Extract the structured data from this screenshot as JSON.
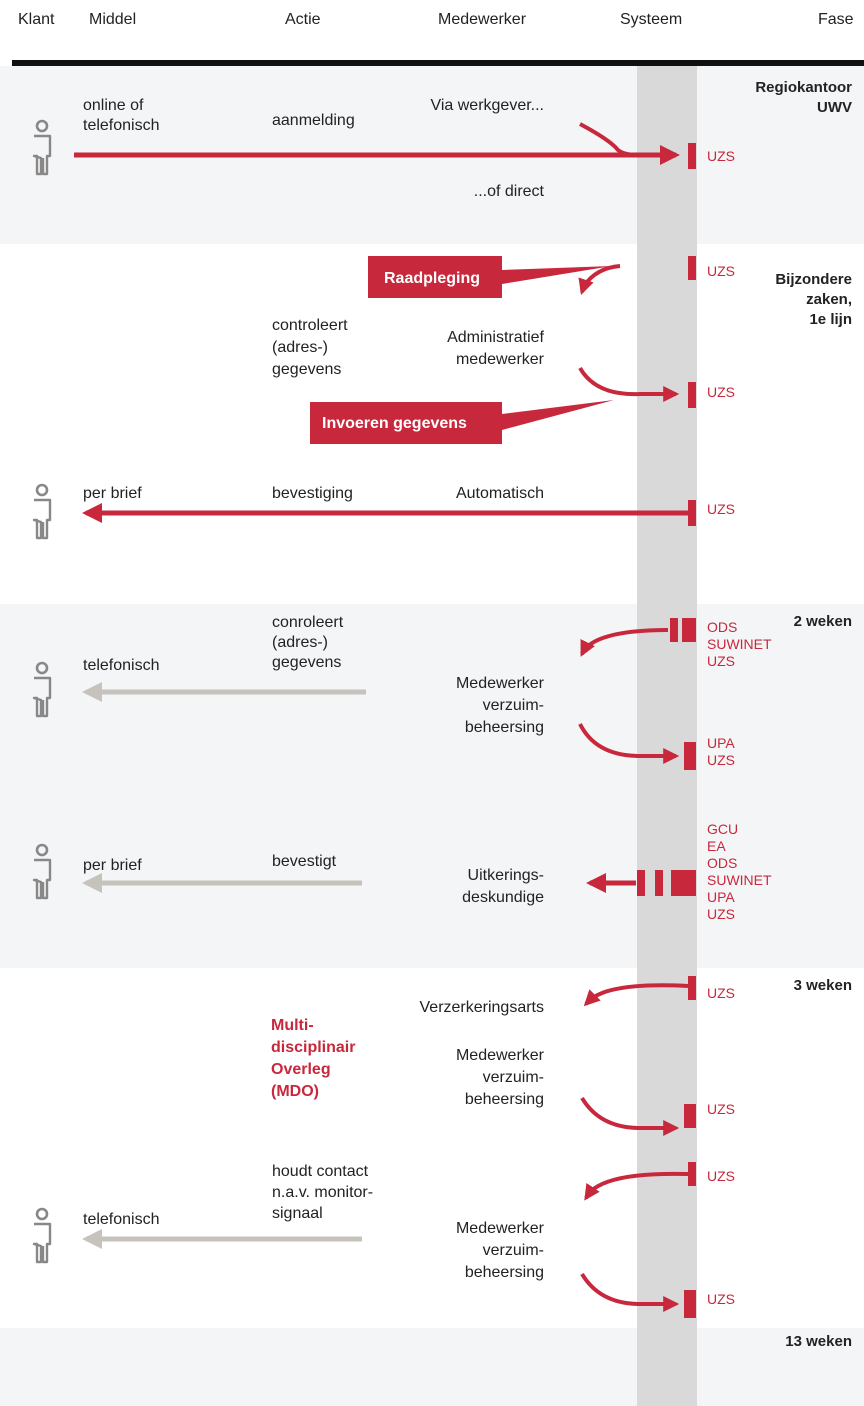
{
  "header": {
    "klant": "Klant",
    "middel": "Middel",
    "actie": "Actie",
    "medewerker": "Medewerker",
    "systeem": "Systeem",
    "fase": "Fase"
  },
  "colors": {
    "accent": "#c8283c",
    "band": "#f4f5f7",
    "system_column": "#d9d9d9",
    "inactive_arrow": "#c6c3bd"
  },
  "icons": [
    "person-icon"
  ],
  "phases": {
    "p1": [
      "Regiokantoor",
      "UWV"
    ],
    "p2": [
      "Bijzondere",
      "zaken,",
      "1e lijn"
    ],
    "p3": [
      "2 weken"
    ],
    "p4": [
      "3 weken"
    ],
    "p5": [
      "13 weken"
    ]
  },
  "steps": {
    "s1": {
      "middel": [
        "online of",
        "telefonisch"
      ],
      "actie": [
        "aanmelding"
      ],
      "medewerker_top": [
        "Via werkgever..."
      ],
      "medewerker_bottom": [
        "...of direct"
      ],
      "systeem": [
        "UZS"
      ]
    },
    "s2": {
      "callout1": "Raadpleging",
      "systeem1": [
        "UZS"
      ],
      "actie": [
        "controleert",
        "(adres-)",
        "gegevens"
      ],
      "medewerker": [
        "Administratief",
        "medewerker"
      ],
      "callout2": "Invoeren gegevens",
      "systeem2": [
        "UZS"
      ]
    },
    "s3": {
      "middel": [
        "per brief"
      ],
      "actie": [
        "bevestiging"
      ],
      "medewerker": [
        "Automatisch"
      ],
      "systeem": [
        "UZS"
      ]
    },
    "s4": {
      "actie": [
        "conroleert",
        "(adres-)",
        "gegevens"
      ],
      "middel": [
        "telefonisch"
      ],
      "medewerker": [
        "Medewerker",
        "verzuim-",
        "beheersing"
      ],
      "systeem1": [
        "ODS",
        "SUWINET",
        "UZS"
      ],
      "systeem2": [
        "UPA",
        "UZS"
      ]
    },
    "s5": {
      "middel": [
        "per brief"
      ],
      "actie": [
        "bevestigt"
      ],
      "medewerker": [
        "Uitkerings-",
        "deskundige"
      ],
      "systeem": [
        "GCU",
        "EA",
        "ODS",
        "SUWINET",
        "UPA",
        "UZS"
      ]
    },
    "s6": {
      "mdo": [
        "Multi-",
        "disciplinair",
        "Overleg",
        "(MDO)"
      ],
      "medewerker1": [
        "Verzerkeringsarts"
      ],
      "medewerker2": [
        "Medewerker",
        "verzuim-",
        "beheersing"
      ],
      "systeem1": [
        "UZS"
      ],
      "systeem2": [
        "UZS"
      ]
    },
    "s7": {
      "actie": [
        "houdt contact",
        "n.a.v. monitor-",
        "signaal"
      ],
      "middel": [
        "telefonisch"
      ],
      "medewerker": [
        "Medewerker",
        "verzuim-",
        "beheersing"
      ],
      "systeem1": [
        "UZS"
      ],
      "systeem2": [
        "UZS"
      ]
    }
  }
}
